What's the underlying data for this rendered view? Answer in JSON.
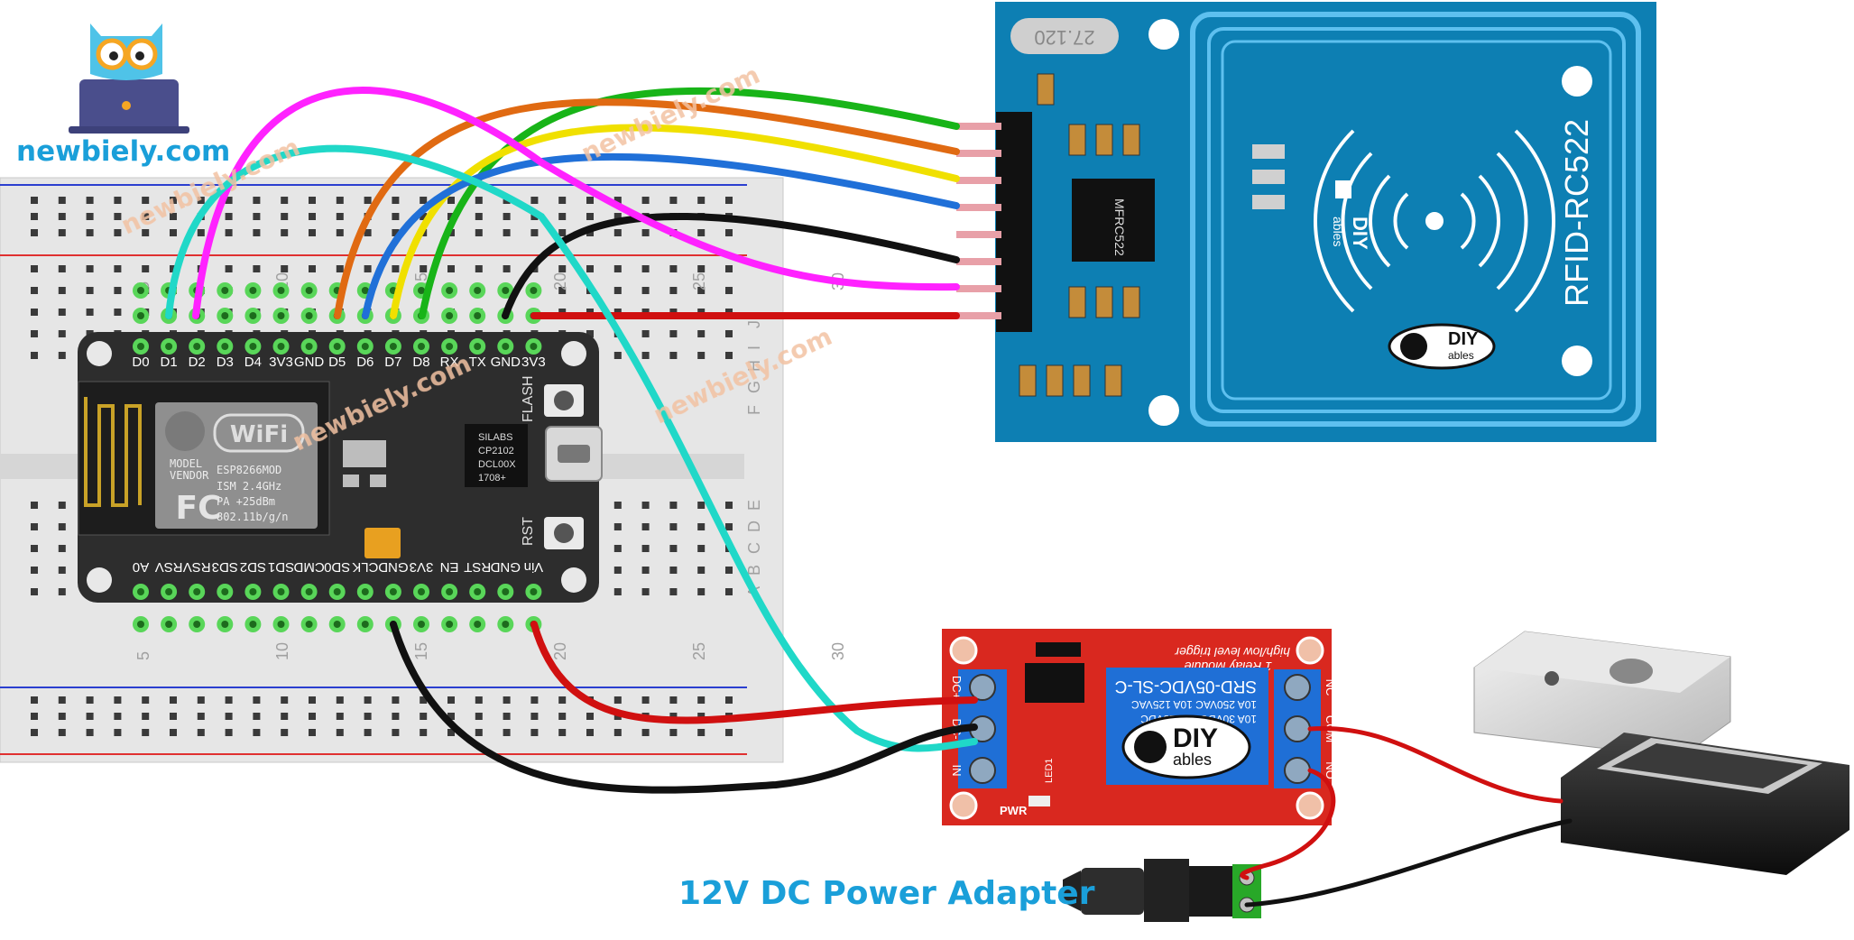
{
  "brand": {
    "name": "newbiely.com"
  },
  "watermark": {
    "text": "newbiely.com"
  },
  "breadboard": {
    "column_labels": [
      "5",
      "10",
      "15",
      "20",
      "25",
      "30"
    ],
    "row_labels_top": [
      "J",
      "I",
      "H",
      "G",
      "F"
    ],
    "row_labels_bottom": [
      "E",
      "D",
      "C",
      "B",
      "A"
    ]
  },
  "esp8266": {
    "top_pins": [
      "D0",
      "D1",
      "D2",
      "D3",
      "D4",
      "3V3",
      "GND",
      "D5",
      "D6",
      "D7",
      "D8",
      "RX",
      "TX",
      "GND",
      "3V3"
    ],
    "bottom_pins": [
      "A0",
      "RSV",
      "RSV",
      "SD3",
      "SD2",
      "SD1",
      "CMD",
      "SD0",
      "CLK",
      "GND",
      "3V3",
      "EN",
      "RST",
      "GND",
      "Vin"
    ],
    "wifi_label": "WiFi",
    "module_lines": [
      "MODEL",
      "VENDOR",
      "ESP8266MOD",
      "ISM 2.4GHz",
      "PA  +25dBm",
      "802.11b/g/n"
    ],
    "fcc_label": "FC",
    "uart_chip_lines": [
      "SILABS",
      "CP2102",
      "DCL00X",
      "1708+"
    ],
    "flash_label": "FLASH",
    "rst_label": "RST"
  },
  "rfid": {
    "title": "RFID-RC522",
    "chip_label": "MFRC522",
    "crystal_label": "27.120",
    "logo_diy": "DIY",
    "logo_ables": "ables"
  },
  "relay": {
    "title_lines": [
      "high/low level trigger",
      "1 Relay Module"
    ],
    "relay_model": "SRD-05VDC-SL-C",
    "relay_specs": [
      "10A 250VAC  10A 125VAC",
      "10A 30VDC  10A 28VDC"
    ],
    "logo_diy": "DIY",
    "logo_ables": "ables",
    "pins_left": [
      "DC+",
      "DC-",
      "IN"
    ],
    "pins_right": [
      "NC",
      "COM",
      "NO"
    ],
    "pwr_label": "PWR",
    "led_label": "LED1"
  },
  "adapter": {
    "caption": "12V DC Power Adapter"
  },
  "colors": {
    "brand_blue": "#1a9fd9",
    "rfid_board": "#0d7fb3",
    "relay_board": "#d9281f",
    "esp_board": "#2d2d2d",
    "wire_green": "#18b418",
    "wire_orange": "#e06a12",
    "wire_yellow": "#f0e000",
    "wire_blue": "#2070d8",
    "wire_black": "#111111",
    "wire_magenta": "#ff22ff",
    "wire_cyan": "#20d8c8",
    "wire_red": "#d01010"
  }
}
